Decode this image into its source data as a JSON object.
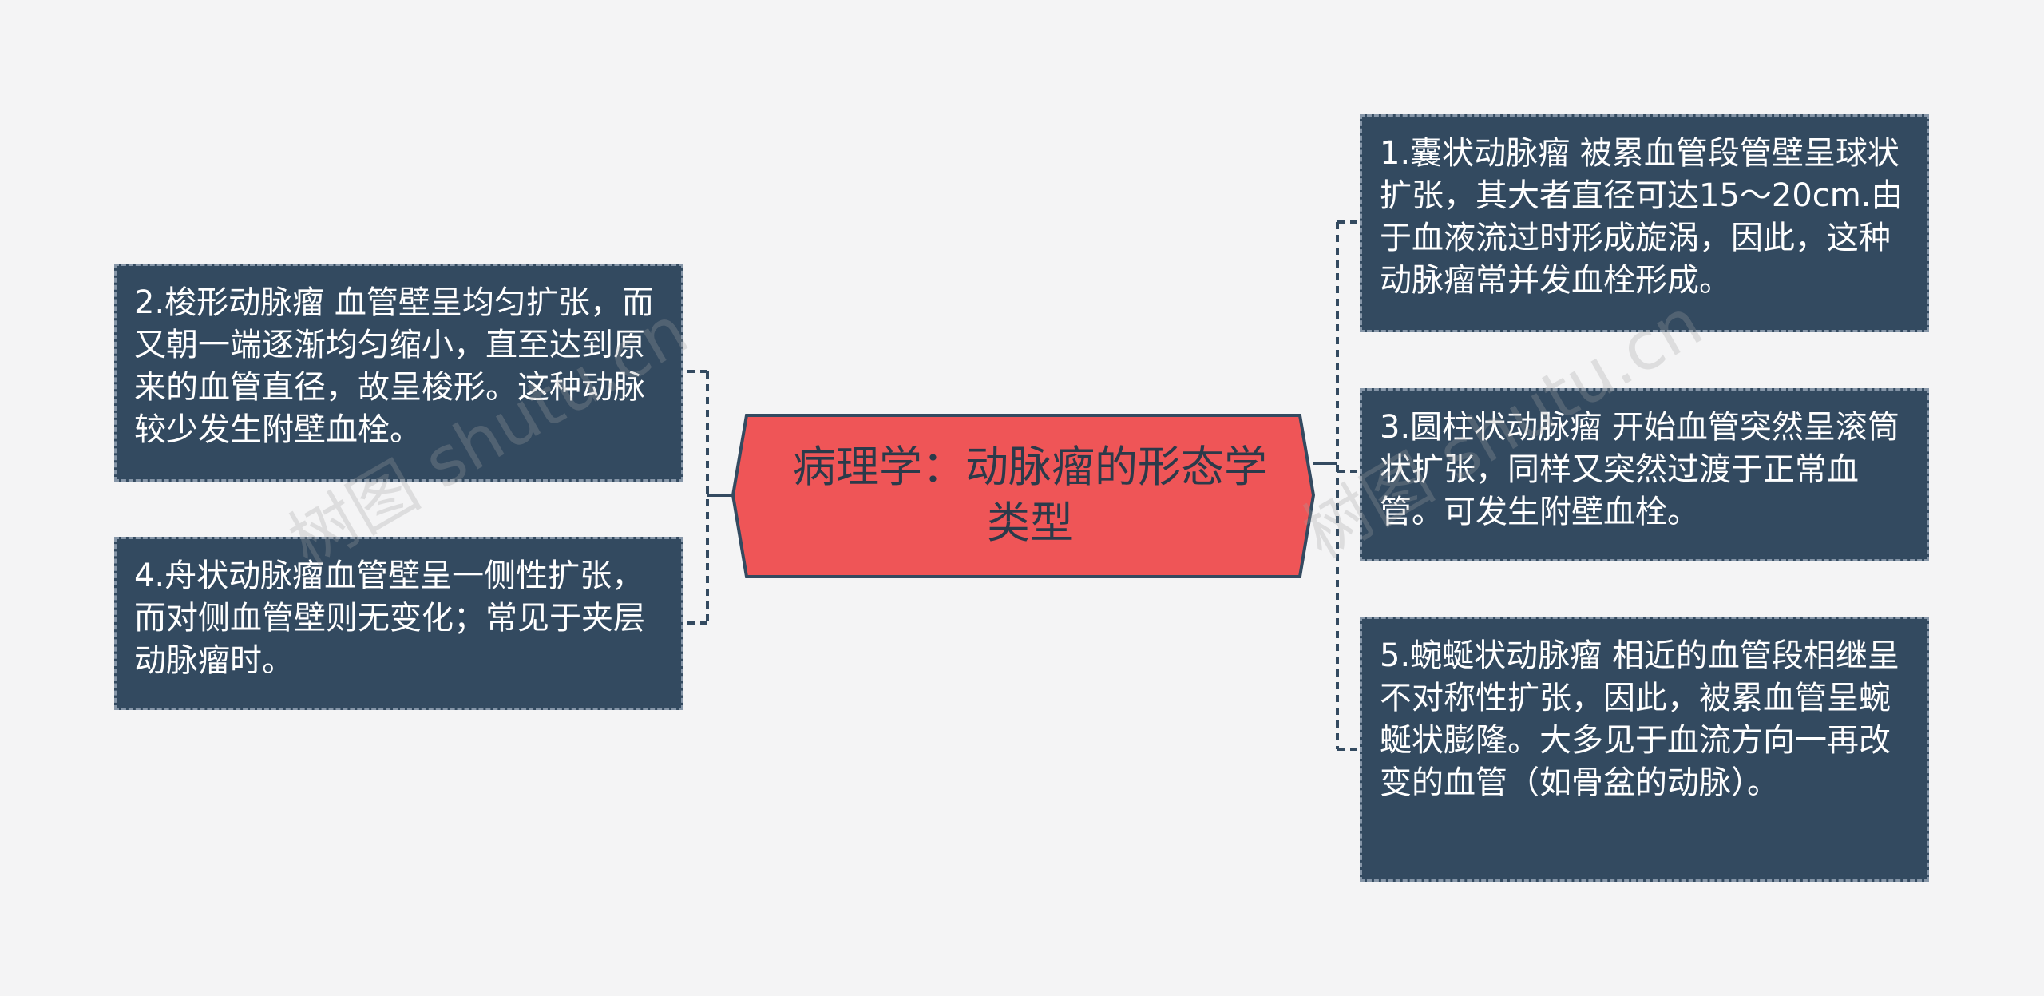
{
  "center": {
    "title": "病理学：动脉瘤的形态学类型",
    "fill_color": "#ef5557"
  },
  "left_nodes": [
    {
      "text": "2.梭形动脉瘤 血管壁呈均匀扩张，而又朝一端逐渐均匀缩小，直至达到原来的血管直径，故呈梭形。这种动脉较少发生附壁血栓。"
    },
    {
      "text": "4.舟状动脉瘤血管壁呈一侧性扩张，而对侧血管壁则无变化；常见于夹层动脉瘤时。"
    }
  ],
  "right_nodes": [
    {
      "text": "1.囊状动脉瘤 被累血管段管壁呈球状扩张，其大者直径可达15～20cm.由于血液流过时形成旋涡，因此，这种动脉瘤常并发血栓形成。"
    },
    {
      "text": "3.圆柱状动脉瘤 开始血管突然呈滚筒状扩张，同样又突然过渡于正常血管。可发生附壁血栓。"
    },
    {
      "text": "5.蜿蜒状动脉瘤 相近的血管段相继呈不对称性扩张，因此，被累血管呈蜿蜒状膨隆。大多见于血流方向一再改变的血管（如骨盆的动脉）。"
    }
  ],
  "watermarks": [
    {
      "text": "树图 shutu.cn"
    },
    {
      "text": "树图 shutu.cn"
    }
  ],
  "colors": {
    "node_fill": "#334a60",
    "node_border": "#8696a8",
    "connector": "#334a60",
    "center_fill": "#ef5557",
    "background": "#f4f4f5"
  }
}
